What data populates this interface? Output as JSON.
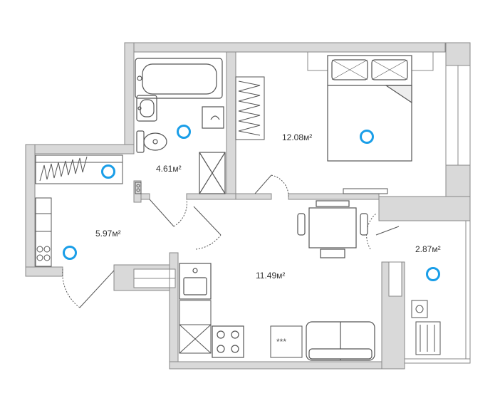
{
  "rooms": [
    {
      "id": "bedroom",
      "area": "12.08м²"
    },
    {
      "id": "bathroom",
      "area": "4.61м²"
    },
    {
      "id": "hallway",
      "area": "5.97м²"
    },
    {
      "id": "kitchen-living",
      "area": "11.49м²"
    },
    {
      "id": "balcony",
      "area": "2.87м²"
    }
  ],
  "colors": {
    "wall": "#d9d9d9",
    "wall_stroke": "#888888",
    "furniture_stroke": "#555555",
    "hotspot": "#1a9ee8",
    "text": "#333333"
  },
  "icons": [
    "bathtub-icon",
    "sink-icon",
    "toilet-icon",
    "washing-machine-icon",
    "wardrobe-icon",
    "bed-icon",
    "dining-table-icon",
    "kitchen-sink-icon",
    "stove-icon",
    "cooktop-icon",
    "sofa-icon",
    "balcony-chair-icon",
    "balcony-table-icon",
    "radiator-icon",
    "info-hotspot-icon"
  ]
}
